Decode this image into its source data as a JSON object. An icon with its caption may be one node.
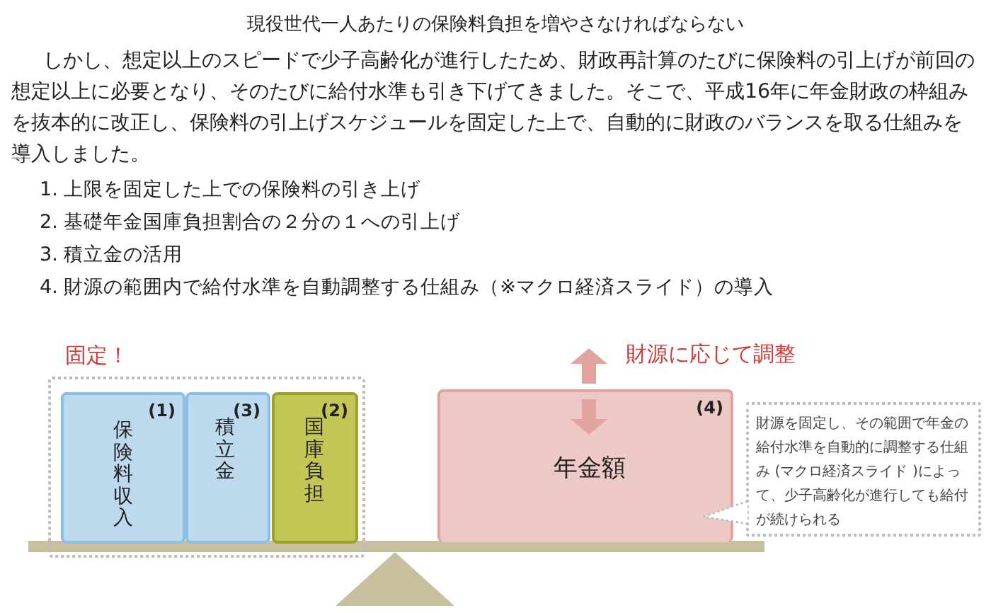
{
  "diagram": {
    "title": "現役世代一人あたりの保険料負担を増やさなければならない",
    "nodes": [
      {
        "text": [
          "固定！"
        ]
      },
      {
        "text": [
          "(1)",
          "保険料収入"
        ],
        "in": 0
      },
      {
        "text": [
          "(3)",
          "積立金"
        ],
        "in": 0
      },
      {
        "text": [
          "(2)",
          "国庫負担"
        ],
        "in": 0
      },
      {
        "text": [
          "(4)",
          "年金額"
        ]
      },
      {
        "text": [
          "財源を固定し、その範囲で年金の給付水準を自動的に調整する仕組み (マクロ経済スライド )によって、少子高齢化が進行しても給付が続けられる"
        ]
      }
    ],
    "edges": [],
    "labels": [
      "しかし、想定以上のスピードで少子高齢化が進行したため、財政再計算のたびに保険料の引上げが前回の想定以上に必要となり、そのたびに給付水準も引き下げてきました。そこで、平成16年に年金財政の枠組みを抜本的に改正し、保険料の引上げスケジュールを固定した上で、自動的に財政のバランスを取る仕組みを導入しました。",
      "1. 上限を固定した上での保険料の引き上げ",
      "2. 基礎年金国庫負担割合の２分の１への引上げ",
      "3. 積立金の活用",
      "4. 財源の範囲内で給付水準を自動調整する仕組み（※マクロ経済スライド）の導入",
      "財源に応じて調整"
    ]
  }
}
